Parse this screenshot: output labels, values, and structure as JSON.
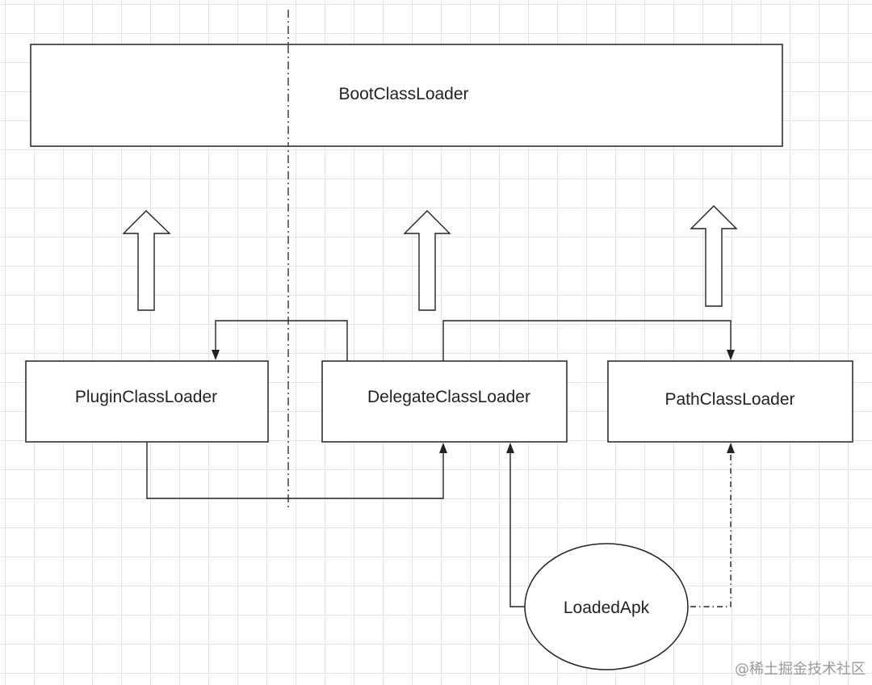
{
  "diagram": {
    "nodes": {
      "boot_class_loader": "BootClassLoader",
      "plugin_class_loader": "PluginClassLoader",
      "delegate_class_loader": "DelegateClassLoader",
      "path_class_loader": "PathClassLoader",
      "loaded_apk": "LoadedApk"
    }
  },
  "watermark": "@稀土掘金技术社区"
}
